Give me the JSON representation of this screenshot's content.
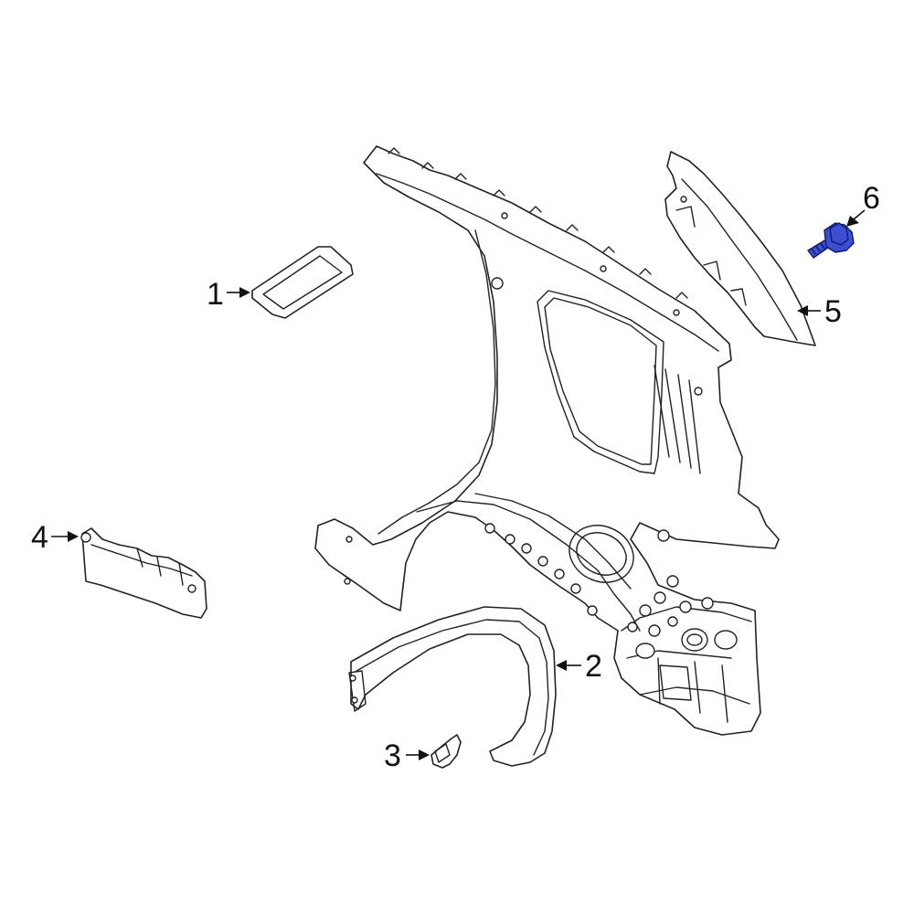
{
  "diagram": {
    "highlight_color": "#3b4fd0",
    "line_color": "#222222",
    "callouts": [
      {
        "id": "1",
        "label": "1"
      },
      {
        "id": "2",
        "label": "2"
      },
      {
        "id": "3",
        "label": "3"
      },
      {
        "id": "4",
        "label": "4"
      },
      {
        "id": "5",
        "label": "5"
      },
      {
        "id": "6",
        "label": "6"
      }
    ]
  }
}
